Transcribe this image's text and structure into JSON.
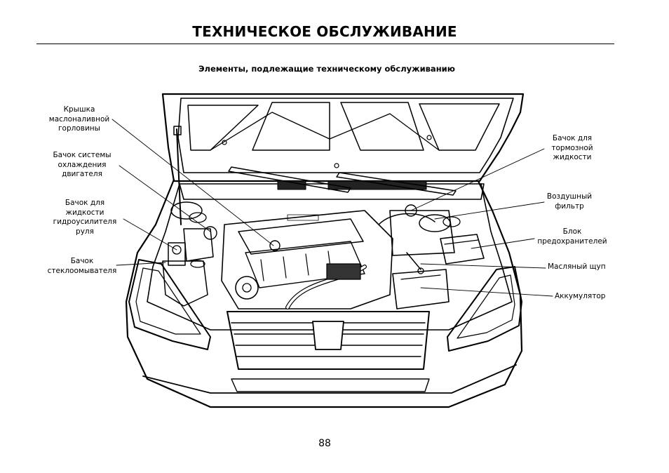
{
  "page": {
    "title": "ТЕХНИЧЕСКОЕ ОБСЛУЖИВАНИЕ",
    "subtitle": "Элементы, подлежащие техническому обслуживанию",
    "page_number": "88"
  },
  "figure": {
    "labels": {
      "oil_filler_cap": "Крышка\nмаслоналивной\nгорловины",
      "coolant_reservoir": "Бачок системы\nохлаждения\nдвигателя",
      "power_steering_reservoir": "Бачок для\nжидкости\nгидроусилителя\nруля",
      "washer_reservoir": "Бачок\nстеклоомывателя",
      "brake_fluid_reservoir": "Бачок для\nтормозной\nжидкости",
      "air_filter": "Воздушный\nфильтр",
      "fuse_box": "Блок\nпредохранителей",
      "oil_dipstick": "Масляный щуп",
      "battery": "Аккумулятор"
    }
  }
}
